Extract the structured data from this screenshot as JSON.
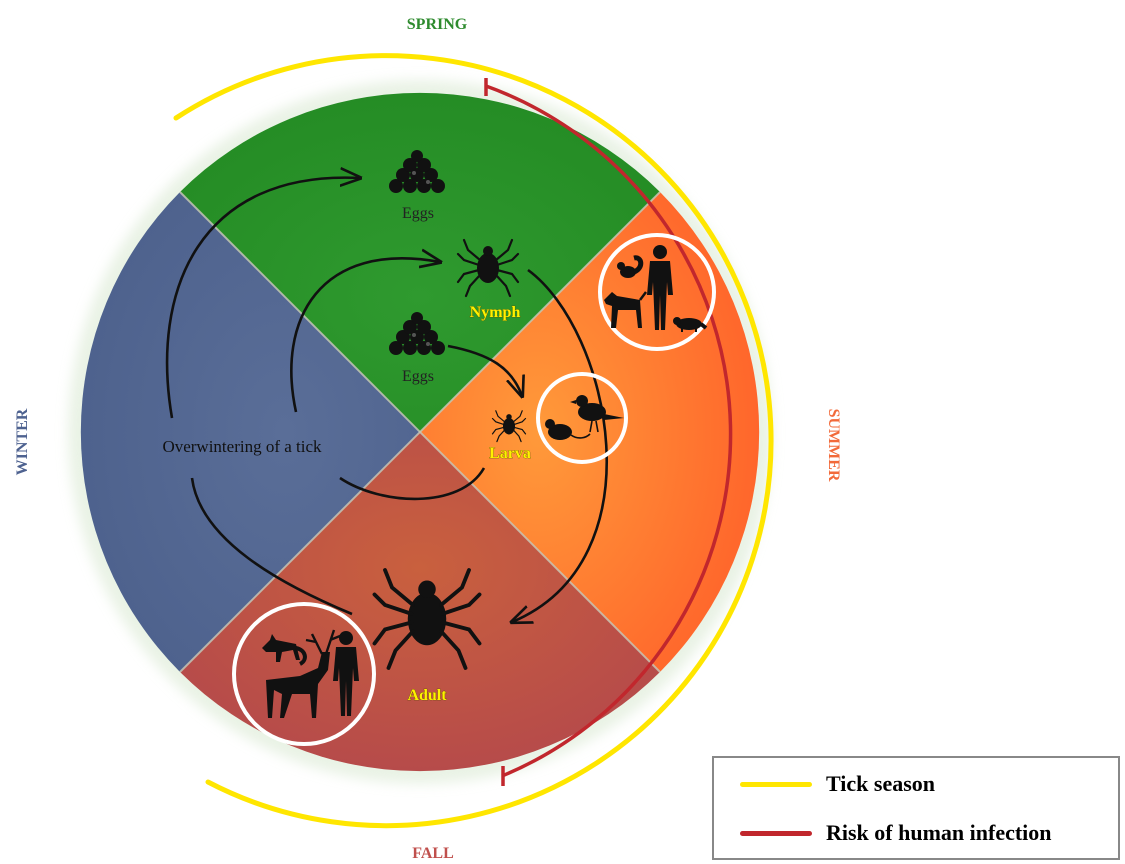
{
  "seasons": {
    "spring": "SPRING",
    "summer": "SUMMER",
    "fall": "FALL",
    "winter": "WINTER"
  },
  "stages": {
    "eggs_top": "Eggs",
    "eggs_mid": "Eggs",
    "nymph": "Nymph",
    "larva": "Larva",
    "adult": "Adult"
  },
  "center_text": "Overwintering of a tick",
  "legend": {
    "tick_season": "Tick season",
    "risk": "Risk of human infection"
  },
  "colors": {
    "spring": "#2e8b2e",
    "summer": "#ff6a1a",
    "fall": "#b0504e",
    "winter": "#4e6290",
    "tick_season": "#ffe600",
    "risk": "#c1272d",
    "spring_label": "#2e8b2e",
    "summer_label": "#f26a3a",
    "fall_label": "#c0504d",
    "winter_label": "#4e6290",
    "stage_label": "#fff200"
  },
  "icons": {
    "eggs": "egg-cluster-icon",
    "nymph": "tick-icon",
    "larva": "tick-icon",
    "adult": "tick-icon",
    "summer_hosts": [
      "squirrel-icon",
      "dog-icon",
      "human-icon",
      "raccoon-icon"
    ],
    "larva_hosts": [
      "mouse-icon",
      "bird-icon"
    ],
    "adult_hosts": [
      "fox-icon",
      "deer-icon",
      "human-icon"
    ]
  }
}
